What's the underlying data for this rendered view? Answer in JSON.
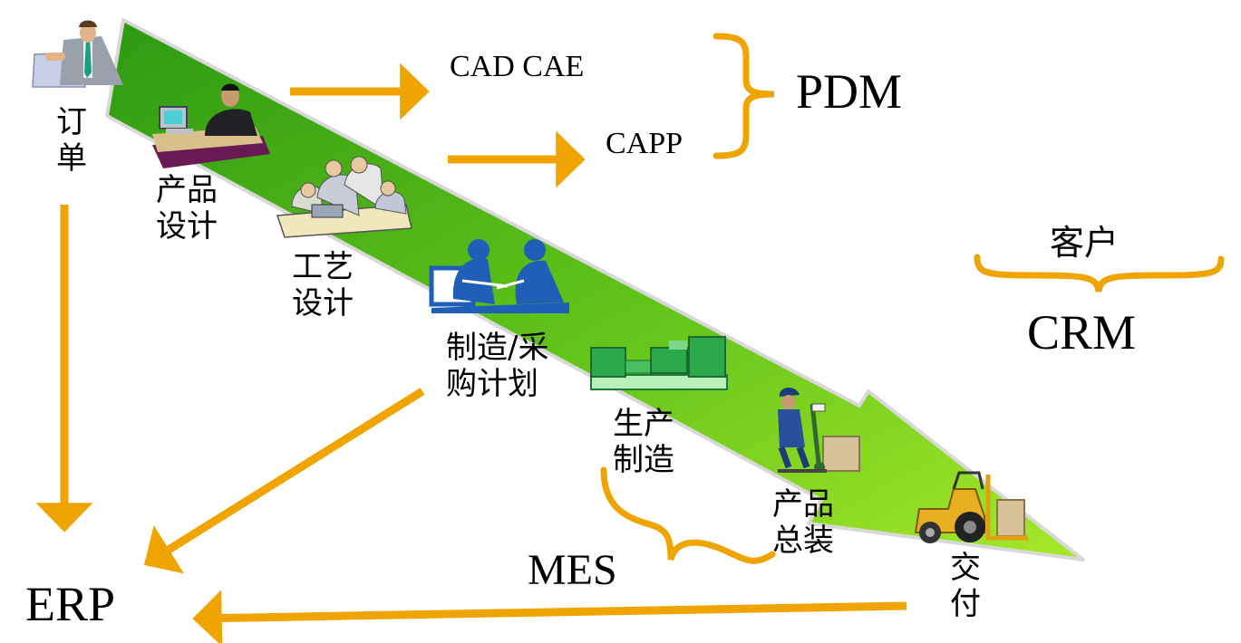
{
  "stages": {
    "order": "订\n单",
    "product_design": "产品\n设计",
    "process_design": "工艺\n设计",
    "mfg_plan": "制造/采\n购计划",
    "production": "生产\n制造",
    "assembly": "产品\n总装",
    "delivery": "交\n付"
  },
  "systems": {
    "cad_cae": "CAD CAE",
    "capp": "CAPP",
    "pdm": "PDM",
    "customer": "客户",
    "crm": "CRM",
    "mes": "MES",
    "erp": "ERP"
  },
  "colors": {
    "arrow_orange": "#f0a400",
    "band_green_light": "#8fdc1e",
    "band_green_dark": "#2e9a12",
    "band_outline": "#d8d8d8"
  },
  "icons": {
    "order": "businessman-with-paper-icon",
    "product_design": "designer-at-desk-icon",
    "process_design": "team-meeting-icon",
    "mfg_plan": "two-workers-at-computer-icon",
    "production": "machine-tool-icon",
    "assembly": "worker-with-hand-truck-icon",
    "delivery": "forklift-icon"
  }
}
